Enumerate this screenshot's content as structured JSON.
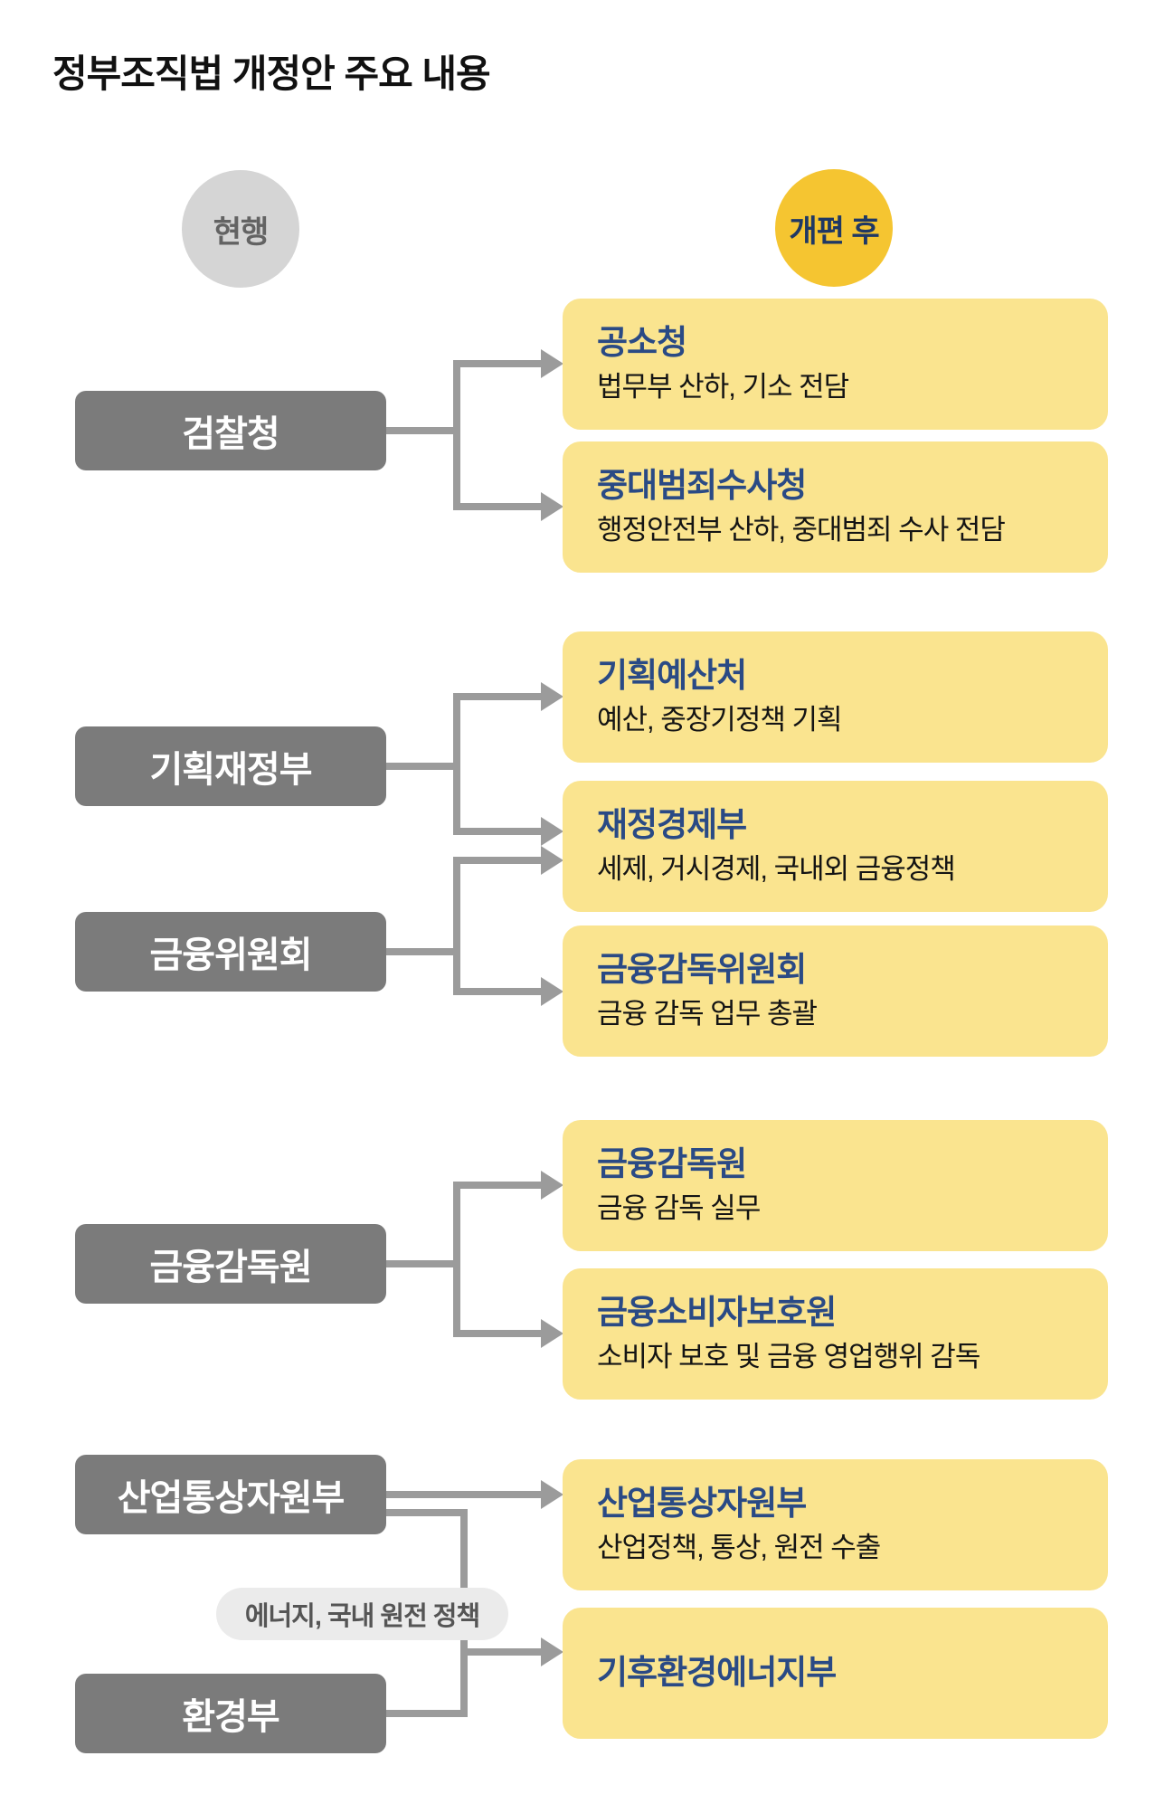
{
  "page_title": "정부조직법 개정안 주요 내용",
  "legend": {
    "current_label": "현행",
    "after_label": "개편 후"
  },
  "current_orgs": [
    {
      "label": "검찰청"
    },
    {
      "label": "기획재정부"
    },
    {
      "label": "금융위원회"
    },
    {
      "label": "금융감독원"
    },
    {
      "label": "산업통상자원부"
    },
    {
      "label": "환경부"
    }
  ],
  "new_orgs": [
    {
      "title": "공소청",
      "desc": "법무부 산하, 기소 전담"
    },
    {
      "title": "중대범죄수사청",
      "desc": "행정안전부 산하, 중대범죄 수사 전담"
    },
    {
      "title": "기획예산처",
      "desc": "예산, 중장기정책 기획"
    },
    {
      "title": "재정경제부",
      "desc": "세제, 거시경제, 국내외 금융정책"
    },
    {
      "title": "금융감독위원회",
      "desc": "금융 감독 업무 총괄"
    },
    {
      "title": "금융감독원",
      "desc": "금융 감독 실무"
    },
    {
      "title": "금융소비자보호원",
      "desc": "소비자 보호 및 금융 영업행위 감독"
    },
    {
      "title": "산업통상자원부",
      "desc": "산업정책, 통상, 원전 수출"
    },
    {
      "title": "기후환경에너지부",
      "desc": ""
    }
  ],
  "annotation": {
    "pill_label": "에너지, 국내 원전 정책"
  },
  "colors": {
    "accent_yellow": "#f5c531",
    "box_yellow": "#fae48f",
    "gray_box": "#7b7b7b",
    "gray_circle": "#d5d5d5",
    "navy_text": "#2a4a85",
    "connector_gray": "#9b9b9b"
  }
}
